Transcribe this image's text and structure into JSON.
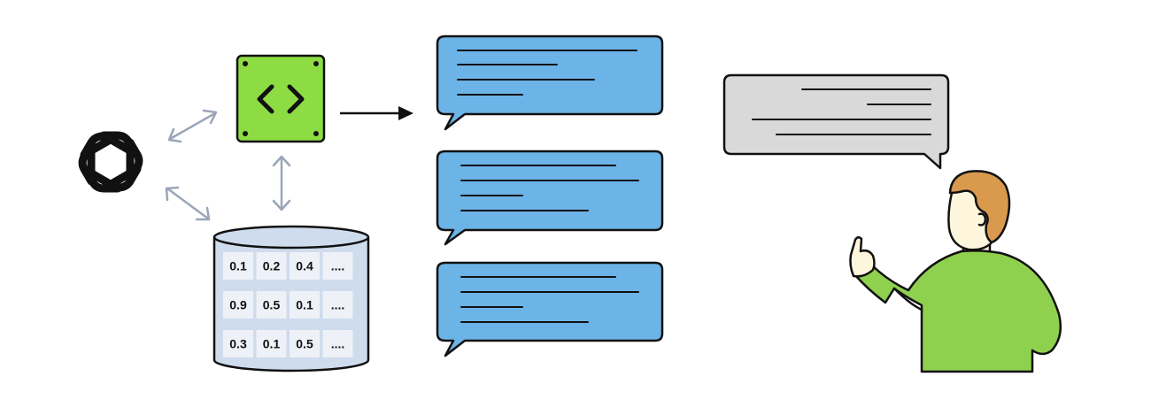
{
  "colors": {
    "outline": "#111111",
    "api_box": "#8edc44",
    "bubble_blue": "#6cb4e8",
    "bubble_gray": "#d9d9d9",
    "database": "#cfdcee",
    "database_cell": "#eef1f7",
    "double_arrow": "#9aa6b8",
    "person_shirt": "#8fd14f",
    "person_hair": "#d99a4e",
    "person_skin": "#fdf6dd"
  },
  "icons": {
    "logo": "openai-logo-icon",
    "api": "code-brackets-icon",
    "store": "database-icon",
    "user": "person-pointing-icon"
  },
  "vector_table": [
    [
      "0.1",
      "0.2",
      "0.4",
      "...."
    ],
    [
      "0.9",
      "0.5",
      "0.1",
      "...."
    ],
    [
      "0.3",
      "0.1",
      "0.5",
      "...."
    ]
  ]
}
